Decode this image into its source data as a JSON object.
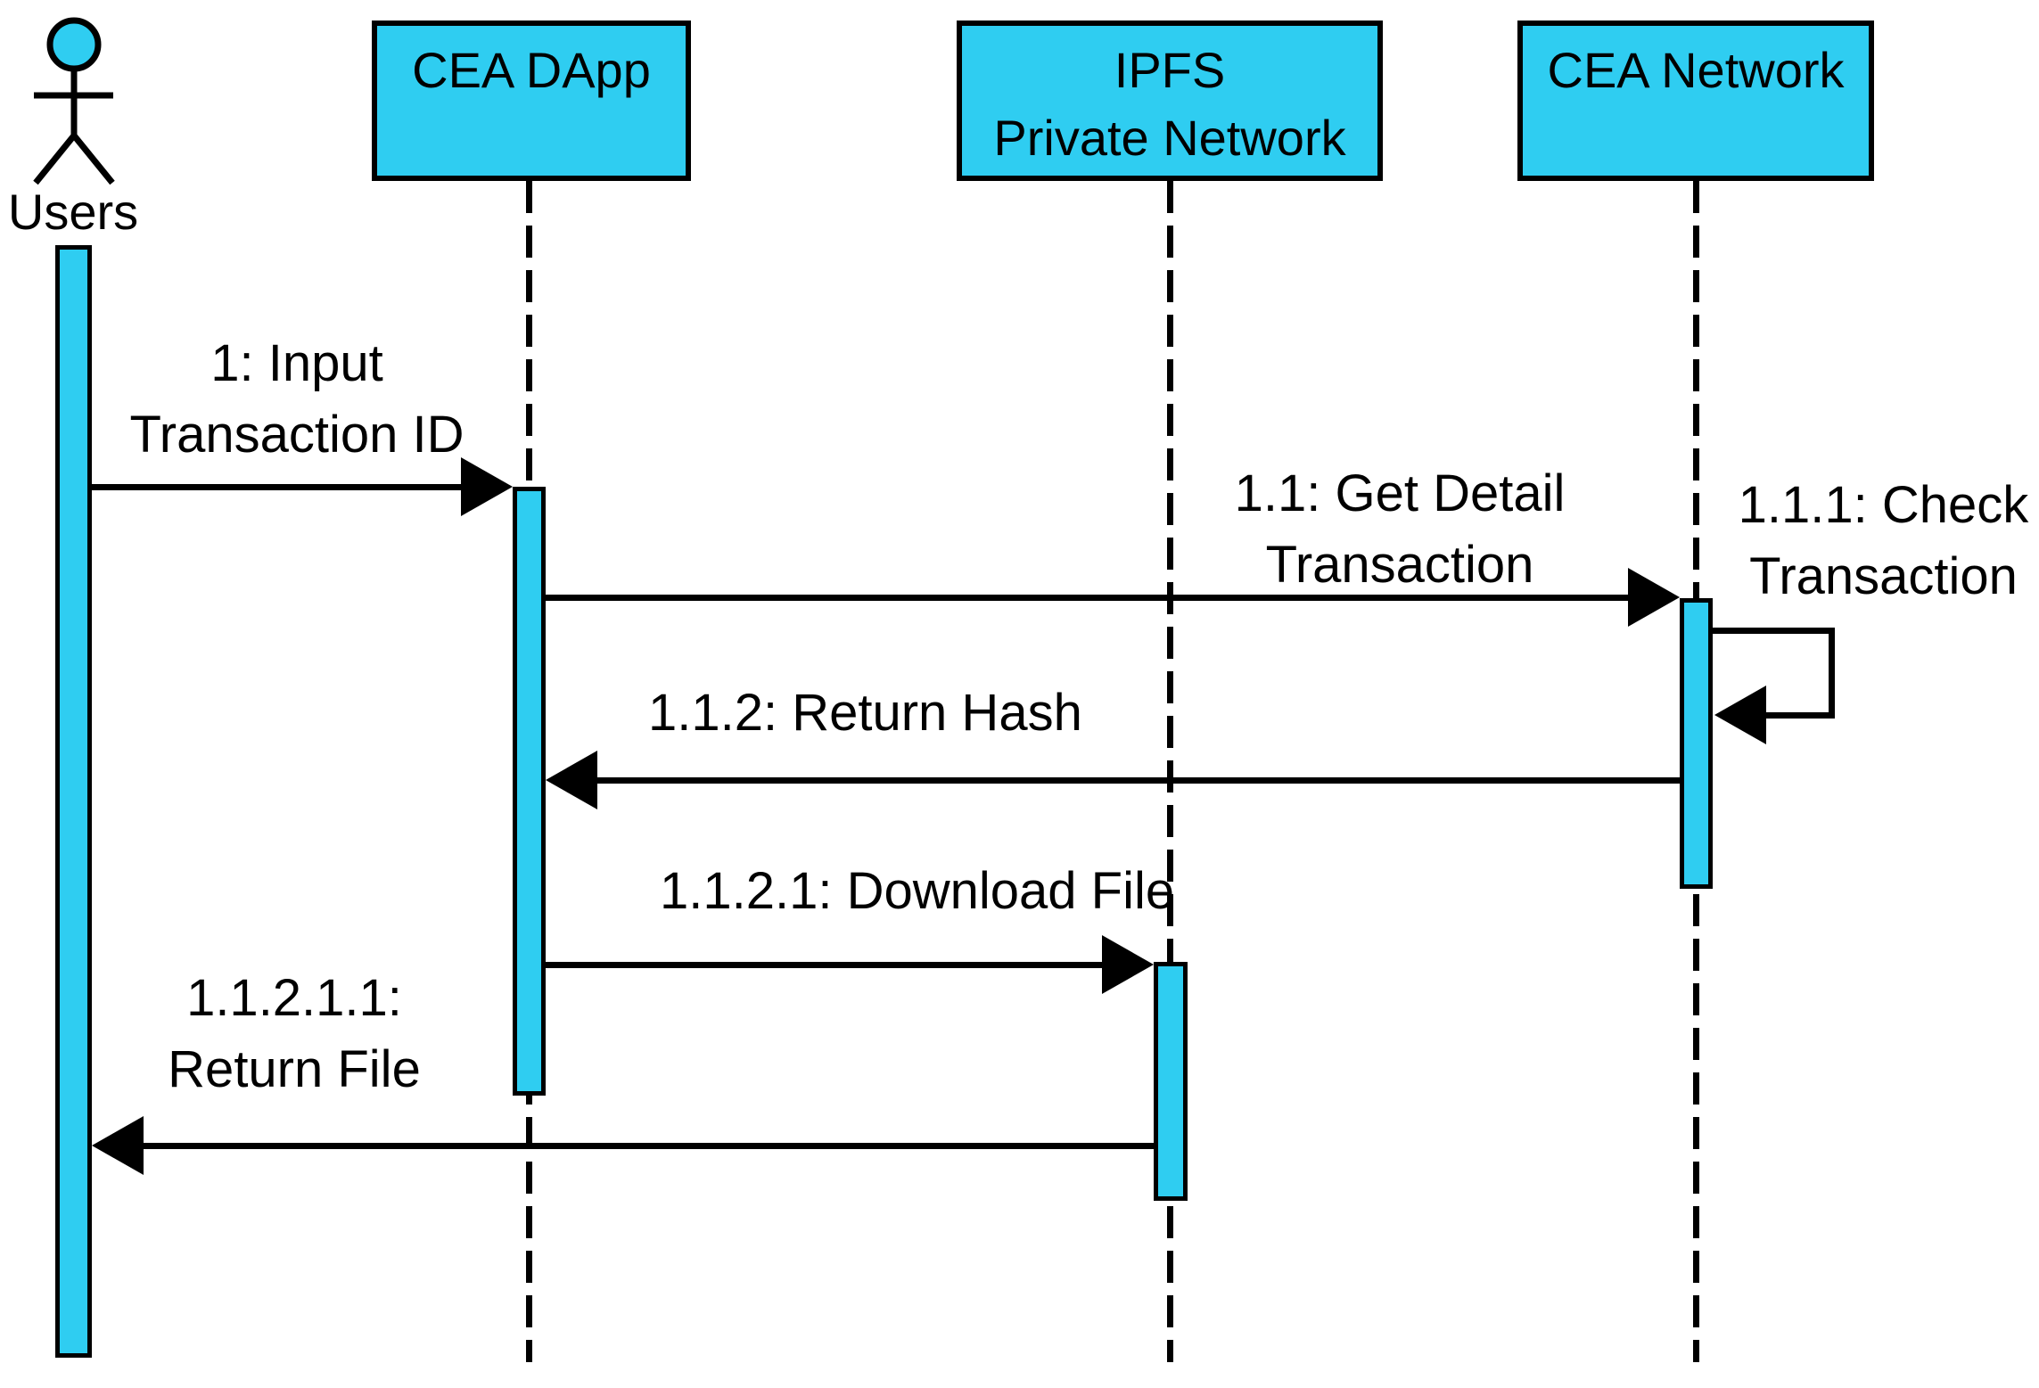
{
  "colors": {
    "accent": "#2FCDF1",
    "line": "#000000"
  },
  "actor": {
    "label": "Users"
  },
  "participants": [
    {
      "id": "cea-dapp",
      "lines": [
        "CEA DApp"
      ]
    },
    {
      "id": "ipfs",
      "lines": [
        "IPFS",
        "Private Network"
      ]
    },
    {
      "id": "cea-network",
      "lines": [
        "CEA Network"
      ]
    }
  ],
  "messages": [
    {
      "from": "Users",
      "to": "CEA DApp",
      "lines": [
        "1: Input",
        "Transaction ID"
      ]
    },
    {
      "from": "CEA DApp",
      "to": "CEA Network",
      "lines": [
        "1.1: Get Detail",
        "Transaction"
      ]
    },
    {
      "from": "CEA Network",
      "to": "CEA Network",
      "lines": [
        "1.1.1: Check",
        "Transaction"
      ]
    },
    {
      "from": "CEA Network",
      "to": "CEA DApp",
      "lines": [
        "1.1.2: Return Hash"
      ]
    },
    {
      "from": "CEA DApp",
      "to": "IPFS Private Network",
      "lines": [
        "1.1.2.1: Download File"
      ]
    },
    {
      "from": "IPFS Private Network",
      "to": "Users",
      "lines": [
        "1.1.2.1.1:",
        "Return File"
      ]
    }
  ]
}
